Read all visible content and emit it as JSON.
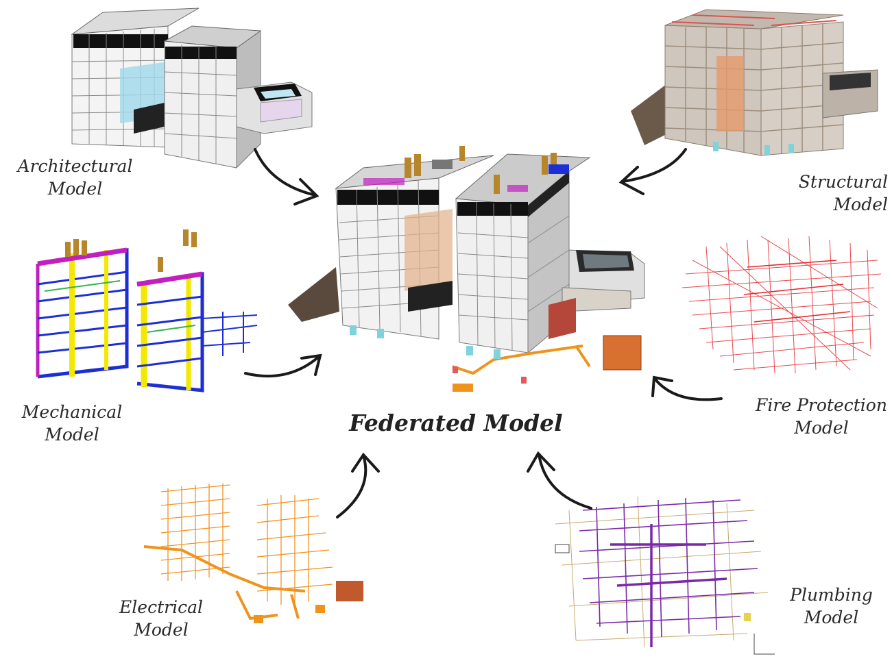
{
  "center": {
    "title": "Federated Model"
  },
  "models": {
    "architectural": {
      "line1": "Architectural",
      "line2": "Model"
    },
    "structural": {
      "line1": "Structural",
      "line2": "Model"
    },
    "mechanical": {
      "line1": "Mechanical",
      "line2": "Model"
    },
    "fire": {
      "line1": "Fire Protection",
      "line2": "Model"
    },
    "electrical": {
      "line1": "Electrical",
      "line2": "Model"
    },
    "plumbing": {
      "line1": "Plumbing",
      "line2": "Model"
    }
  },
  "colors": {
    "mechanical": [
      "#1c2fd6",
      "#f2e800",
      "#c21fc0",
      "#35b24a"
    ],
    "fire": "#e3282f",
    "electrical": "#f0931d",
    "plumbing": "#7a2aa8",
    "structural": "#d9534f",
    "glass": "#9fd8ea",
    "arrow": "#1a1a1a"
  }
}
